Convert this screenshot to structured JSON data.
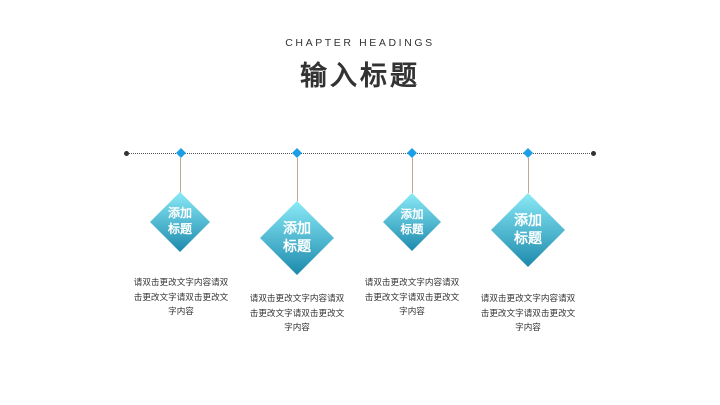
{
  "header": {
    "subtitle": "CHAPTER HEADINGS",
    "title": "输入标题"
  },
  "colors": {
    "accent": "#1a9fe6",
    "gradient_top": "#8aeaf7",
    "gradient_bottom": "#1d8aad"
  },
  "items": [
    {
      "label": "添加标题",
      "text": "请双击更改文字内容请双击更改文字请双击更改文字内容"
    },
    {
      "label": "添加标题",
      "text": "请双击更改文字内容请双击更改文字请双击更改文字内容"
    },
    {
      "label": "添加标题",
      "text": "请双击更改文字内容请双击更改文字请双击更改文字内容"
    },
    {
      "label": "添加标题",
      "text": "请双击更改文字内容请双击更改文字请双击更改文字内容"
    }
  ]
}
